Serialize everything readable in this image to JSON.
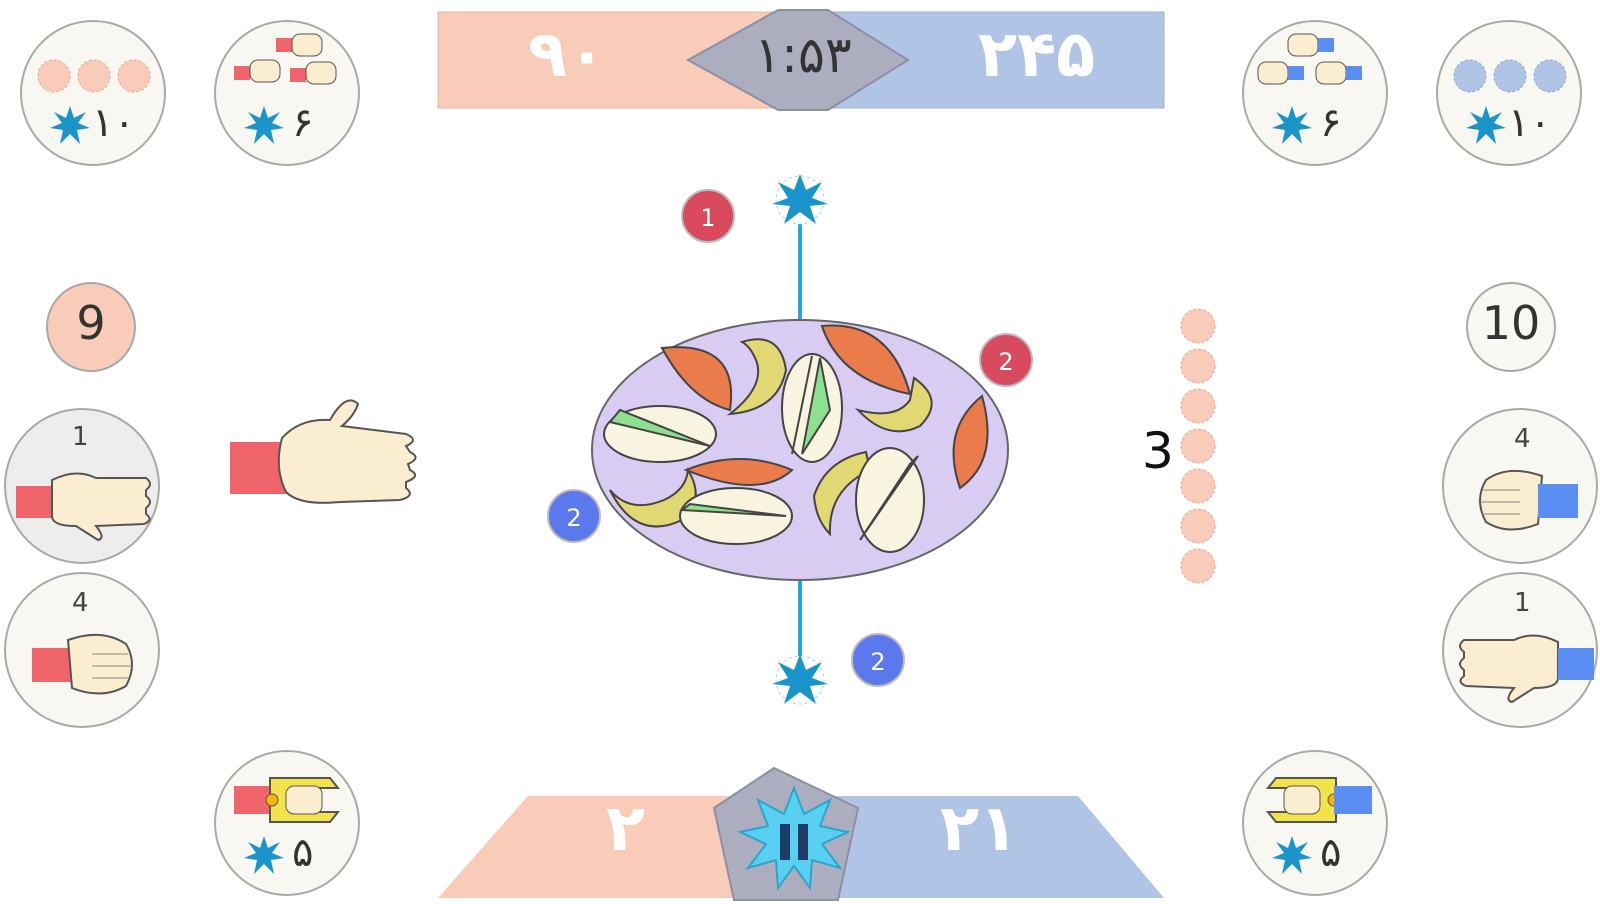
{
  "scoreboard": {
    "left_score": "۹۰",
    "right_score": "۲۴۵",
    "timer": "۱:۵۳",
    "colors": {
      "left": "#f9cbb9",
      "right": "#b0c4e6",
      "timer": "#adadc0"
    }
  },
  "corner_left": {
    "coins_count": "۱۰",
    "hands_count": "۶"
  },
  "corner_right": {
    "coins_count": "۱۰",
    "hands_count": "۶"
  },
  "side_left": {
    "counter": "9",
    "card_open_hand": "1",
    "card_fist": "4"
  },
  "side_right": {
    "counter": "10",
    "card_fist": "4",
    "card_open_hand": "1"
  },
  "center": {
    "stack_count": "3",
    "badge_top": "1",
    "badge_right": "2",
    "badge_left": "2",
    "badge_bottom": "2",
    "line_color": "#1fa8d8",
    "plate_color": "#d8ccf2"
  },
  "bottom_left_item": {
    "count": "۵"
  },
  "bottom_right_item": {
    "count": "۵"
  },
  "bottom_bar": {
    "left_value": "۲",
    "right_value": "۲۱"
  },
  "icons": {
    "star": "blue-star-icon",
    "pause": "pause-icon",
    "hand": "hand-icon",
    "gripper": "gripper-icon"
  }
}
